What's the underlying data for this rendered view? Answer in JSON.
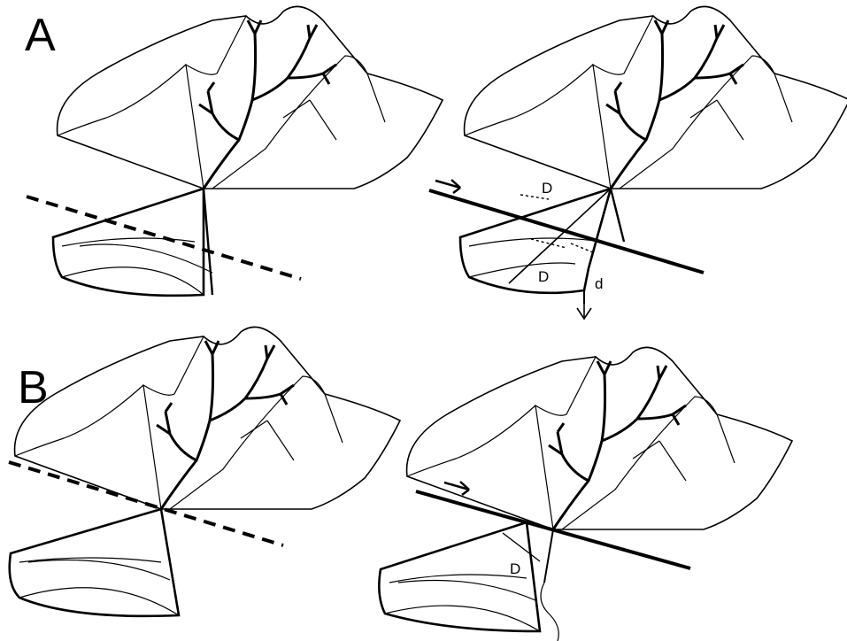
{
  "panels": [
    {
      "letter": "A"
    },
    {
      "letter": "B"
    }
  ],
  "labels": {
    "offset_major": "D",
    "offset_minor": "d"
  }
}
